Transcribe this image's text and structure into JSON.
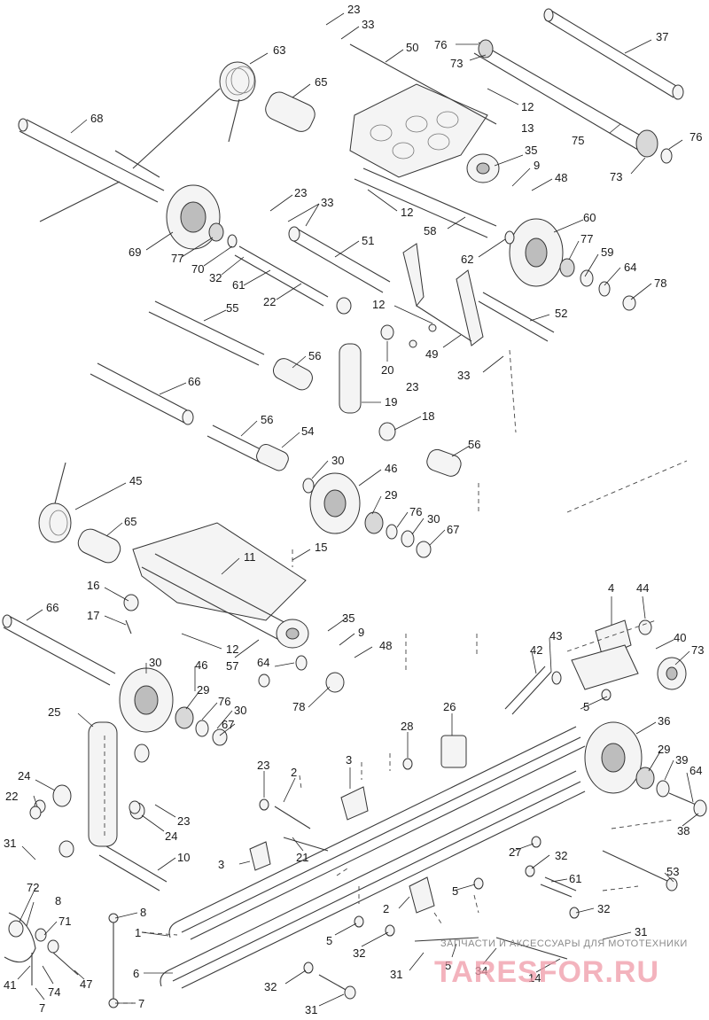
{
  "diagram": {
    "callouts": [
      {
        "id": "c1",
        "text": "23"
      },
      {
        "id": "c2",
        "text": "33"
      },
      {
        "id": "c3",
        "text": "50"
      },
      {
        "id": "c4",
        "text": "76"
      },
      {
        "id": "c5",
        "text": "73"
      },
      {
        "id": "c6",
        "text": "37"
      },
      {
        "id": "c7",
        "text": "63"
      },
      {
        "id": "c8",
        "text": "65"
      },
      {
        "id": "c9",
        "text": "12"
      },
      {
        "id": "c10",
        "text": "13"
      },
      {
        "id": "c11",
        "text": "68"
      },
      {
        "id": "c12",
        "text": "35"
      },
      {
        "id": "c13",
        "text": "9"
      },
      {
        "id": "c14",
        "text": "48"
      },
      {
        "id": "c15",
        "text": "75"
      },
      {
        "id": "c16",
        "text": "73"
      },
      {
        "id": "c17",
        "text": "76"
      },
      {
        "id": "c18",
        "text": "23"
      },
      {
        "id": "c19",
        "text": "33"
      },
      {
        "id": "c20",
        "text": "12"
      },
      {
        "id": "c21",
        "text": "60"
      },
      {
        "id": "c22",
        "text": "58"
      },
      {
        "id": "c23",
        "text": "51"
      },
      {
        "id": "c24",
        "text": "77"
      },
      {
        "id": "c25",
        "text": "69"
      },
      {
        "id": "c26",
        "text": "77"
      },
      {
        "id": "c27",
        "text": "70"
      },
      {
        "id": "c28",
        "text": "32"
      },
      {
        "id": "c29",
        "text": "61"
      },
      {
        "id": "c30",
        "text": "22"
      },
      {
        "id": "c31",
        "text": "62"
      },
      {
        "id": "c32",
        "text": "59"
      },
      {
        "id": "c33",
        "text": "64"
      },
      {
        "id": "c34",
        "text": "78"
      },
      {
        "id": "c35",
        "text": "55"
      },
      {
        "id": "c36",
        "text": "12"
      },
      {
        "id": "c37",
        "text": "52"
      },
      {
        "id": "c38",
        "text": "49"
      },
      {
        "id": "c39",
        "text": "56"
      },
      {
        "id": "c40",
        "text": "20"
      },
      {
        "id": "c41",
        "text": "33"
      },
      {
        "id": "c42",
        "text": "66"
      },
      {
        "id": "c43",
        "text": "23"
      },
      {
        "id": "c44",
        "text": "19"
      },
      {
        "id": "c45",
        "text": "18"
      },
      {
        "id": "c46",
        "text": "56"
      },
      {
        "id": "c47",
        "text": "54"
      },
      {
        "id": "c48",
        "text": "56"
      },
      {
        "id": "c49",
        "text": "30"
      },
      {
        "id": "c50",
        "text": "46"
      },
      {
        "id": "c51",
        "text": "45"
      },
      {
        "id": "c52",
        "text": "29"
      },
      {
        "id": "c53",
        "text": "76"
      },
      {
        "id": "c54",
        "text": "30"
      },
      {
        "id": "c55",
        "text": "65"
      },
      {
        "id": "c56",
        "text": "67"
      },
      {
        "id": "c57",
        "text": "15"
      },
      {
        "id": "c58",
        "text": "11"
      },
      {
        "id": "c59",
        "text": "16"
      },
      {
        "id": "c60",
        "text": "4"
      },
      {
        "id": "c61",
        "text": "44"
      },
      {
        "id": "c62",
        "text": "17"
      },
      {
        "id": "c63",
        "text": "35"
      },
      {
        "id": "c64",
        "text": "66"
      },
      {
        "id": "c65",
        "text": "43"
      },
      {
        "id": "c66",
        "text": "12"
      },
      {
        "id": "c67",
        "text": "9"
      },
      {
        "id": "c68",
        "text": "40"
      },
      {
        "id": "c69",
        "text": "73"
      },
      {
        "id": "c70",
        "text": "57"
      },
      {
        "id": "c71",
        "text": "48"
      },
      {
        "id": "c72",
        "text": "42"
      },
      {
        "id": "c73",
        "text": "30"
      },
      {
        "id": "c74",
        "text": "46"
      },
      {
        "id": "c75",
        "text": "64"
      },
      {
        "id": "c76",
        "text": "5"
      },
      {
        "id": "c77",
        "text": "29"
      },
      {
        "id": "c78",
        "text": "76"
      },
      {
        "id": "c79",
        "text": "78"
      },
      {
        "id": "c80",
        "text": "30"
      },
      {
        "id": "c81",
        "text": "26"
      },
      {
        "id": "c82",
        "text": "25"
      },
      {
        "id": "c83",
        "text": "67"
      },
      {
        "id": "c84",
        "text": "36"
      },
      {
        "id": "c85",
        "text": "28"
      },
      {
        "id": "c86",
        "text": "3"
      },
      {
        "id": "c87",
        "text": "29"
      },
      {
        "id": "c88",
        "text": "39"
      },
      {
        "id": "c89",
        "text": "23"
      },
      {
        "id": "c90",
        "text": "2"
      },
      {
        "id": "c91",
        "text": "24"
      },
      {
        "id": "c92",
        "text": "64"
      },
      {
        "id": "c93",
        "text": "22"
      },
      {
        "id": "c94",
        "text": "23"
      },
      {
        "id": "c95",
        "text": "38"
      },
      {
        "id": "c96",
        "text": "24"
      },
      {
        "id": "c97",
        "text": "31"
      },
      {
        "id": "c98",
        "text": "21"
      },
      {
        "id": "c99",
        "text": "27"
      },
      {
        "id": "c100",
        "text": "32"
      },
      {
        "id": "c101",
        "text": "3"
      },
      {
        "id": "c102",
        "text": "10"
      },
      {
        "id": "c103",
        "text": "53"
      },
      {
        "id": "c104",
        "text": "61"
      },
      {
        "id": "c105",
        "text": "72"
      },
      {
        "id": "c106",
        "text": "5"
      },
      {
        "id": "c107",
        "text": "8"
      },
      {
        "id": "c108",
        "text": "8"
      },
      {
        "id": "c109",
        "text": "2"
      },
      {
        "id": "c110",
        "text": "71"
      },
      {
        "id": "c111",
        "text": "32"
      },
      {
        "id": "c112",
        "text": "1"
      },
      {
        "id": "c113",
        "text": "5"
      },
      {
        "id": "c114",
        "text": "31"
      },
      {
        "id": "c115",
        "text": "32"
      },
      {
        "id": "c116",
        "text": "41"
      },
      {
        "id": "c117",
        "text": "74"
      },
      {
        "id": "c118",
        "text": "47"
      },
      {
        "id": "c119",
        "text": "6"
      },
      {
        "id": "c120",
        "text": "31"
      },
      {
        "id": "c121",
        "text": "5"
      },
      {
        "id": "c122",
        "text": "34"
      },
      {
        "id": "c123",
        "text": "14"
      },
      {
        "id": "c124",
        "text": "32"
      },
      {
        "id": "c125",
        "text": "7"
      },
      {
        "id": "c126",
        "text": "7"
      },
      {
        "id": "c127",
        "text": "31"
      }
    ]
  },
  "watermark": {
    "tagline": "ЗАПЧАСТИ И АКСЕССУАРЫ ДЛЯ МОТОТЕХНИКИ",
    "logo": "TARESFOR.RU",
    "color": "#ef9aa8"
  }
}
